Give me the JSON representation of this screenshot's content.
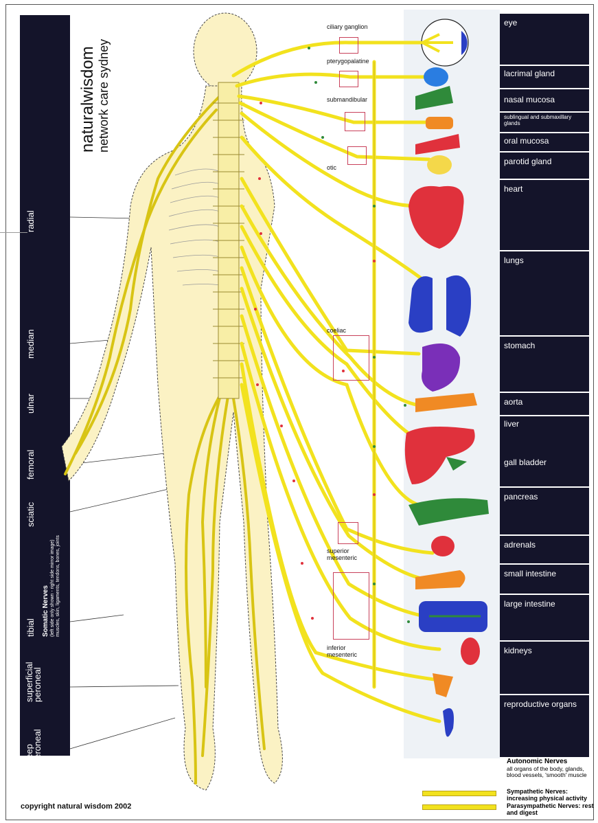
{
  "brand": {
    "name": "naturalwisdom",
    "subtitle": "network care sydney"
  },
  "somatic_nerves": [
    {
      "label": "radial"
    },
    {
      "label": "median"
    },
    {
      "label": "ulnar"
    },
    {
      "label": "femoral"
    },
    {
      "label": "sciatic"
    },
    {
      "label": "tibial"
    },
    {
      "label": "superficial peroneal"
    },
    {
      "label": "deep peroneal"
    }
  ],
  "somatic_legend": {
    "title": "Somatic Nerves",
    "description": "(left side only shown - right side mirror image) muscles, skin, ligaments, tendons, bones, joints"
  },
  "ganglia": [
    {
      "label": "ciliary ganglion"
    },
    {
      "label": "pterygopalatine"
    },
    {
      "label": "submandibular"
    },
    {
      "label": "otic"
    },
    {
      "label": "coeliac"
    },
    {
      "label": "superior mesenteric"
    },
    {
      "label": "inferior mesenteric"
    }
  ],
  "organs": [
    {
      "label": "eye",
      "color": "#ffffff"
    },
    {
      "label": "lacrimal gland",
      "color": "#2a7de1"
    },
    {
      "label": "nasal mucosa",
      "color": "#2f8a3a"
    },
    {
      "label": "sublingual and submaxillary glands",
      "color": "#f08a24"
    },
    {
      "label": "oral mucosa",
      "color": "#e0313c"
    },
    {
      "label": "parotid gland",
      "color": "#f4d84a"
    },
    {
      "label": "heart",
      "color": "#e0313c"
    },
    {
      "label": "lungs",
      "color": "#2a3fc4"
    },
    {
      "label": "stomach",
      "color": "#7a2fb8"
    },
    {
      "label": "aorta",
      "color": "#f08a24"
    },
    {
      "label": "liver",
      "color": "#e0313c"
    },
    {
      "label": "gall bladder",
      "color": "#2f8a3a"
    },
    {
      "label": "pancreas",
      "color": "#2f8a3a"
    },
    {
      "label": "adrenals",
      "color": "#e0313c"
    },
    {
      "label": "small intestine",
      "color": "#f08a24"
    },
    {
      "label": "large intestine",
      "color": "#2a3fc4"
    },
    {
      "label": "kidneys",
      "color": "#e0313c"
    },
    {
      "label": "reproductive organs",
      "color": "#2a3fc4"
    }
  ],
  "legend": {
    "autonomic_title": "Autonomic Nerves",
    "autonomic_desc": "all organs of the body, glands, blood vessels, 'smooth' muscle",
    "sympathetic": "Sympathetic Nerves: increasing physical activity",
    "parasympathetic": "Parasympathetic Nerves: rest and digest"
  },
  "footer": {
    "copyright": "copyright natural wisdom 2002"
  },
  "colors": {
    "nerve": "#f2e21e",
    "nerve_outline": "#b9a21a",
    "dark_panel": "#14142a",
    "sympathetic_dot": "#e0313c",
    "parasympathetic_dot": "#2f8a3a",
    "body_fill": "#fbf2c4",
    "ganglion_box": "#c8405a"
  }
}
